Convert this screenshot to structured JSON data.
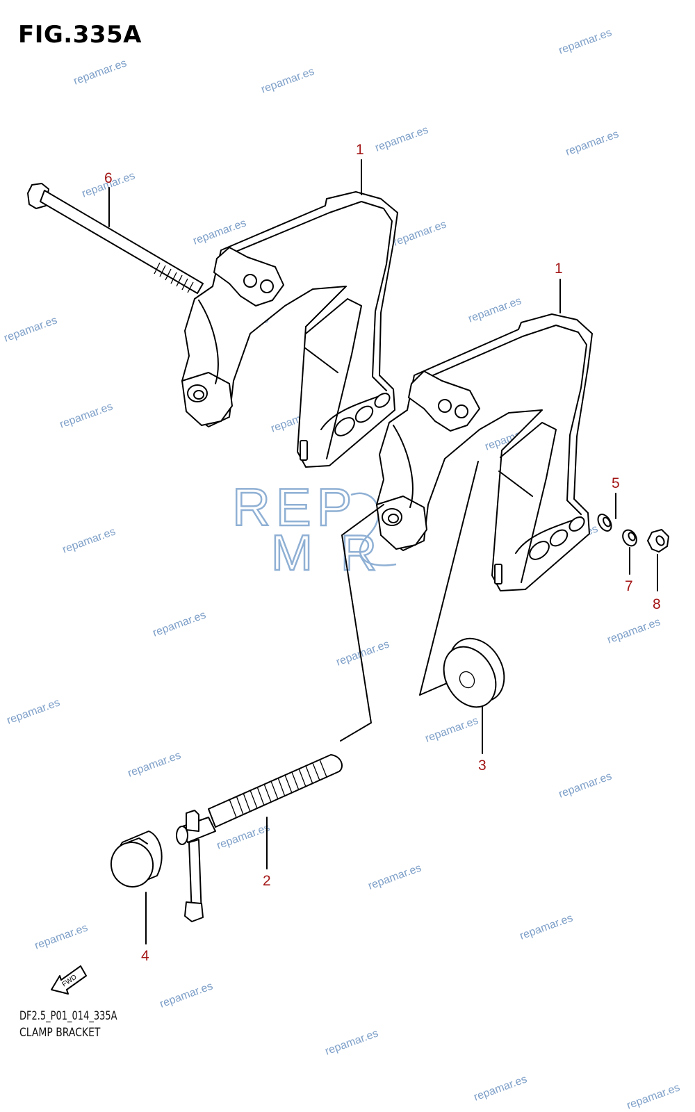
{
  "figure": {
    "title": "FIG.335A",
    "code": "DF2.5_P01_014_335A",
    "name": "CLAMP BRACKET"
  },
  "callouts": [
    "1",
    "1",
    "2",
    "3",
    "4",
    "5",
    "6",
    "7",
    "8"
  ],
  "watermark": {
    "text": "repamar.es",
    "logo_line1": "REP",
    "logo_line2": "M  R",
    "color": "#7d9fc8"
  },
  "fwd_label": "FWD",
  "callout_color": "#a31515"
}
